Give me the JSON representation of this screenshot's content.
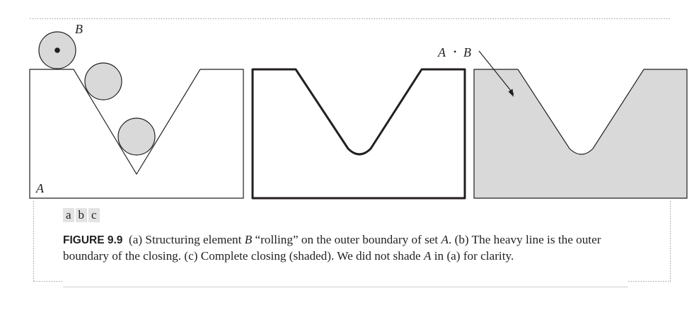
{
  "figure": {
    "labels": {
      "element_b": "B",
      "set_a": "A",
      "closing_a": "A",
      "closing_op": "•",
      "closing_b": "B"
    },
    "subfigure_labels": [
      "a",
      "b",
      "c"
    ],
    "caption": {
      "label": "FIGURE 9.9",
      "p1": "(a) Structuring element",
      "v1": "B",
      "p2": "“rolling” on the outer boundary of set",
      "v2": "A",
      "p3": ". (b) The heavy line is the outer boundary of the closing. (c) Complete closing (shaded). We did not shade",
      "v3": "A",
      "p4": "in (a) for clarity."
    }
  },
  "colors": {
    "disk_fill": "#d9d9d9",
    "shaded_fill": "#d9d9d9",
    "outline": "#231f20",
    "label_background": "#e3e3e3",
    "dotted_border": "#9a9a9a"
  }
}
